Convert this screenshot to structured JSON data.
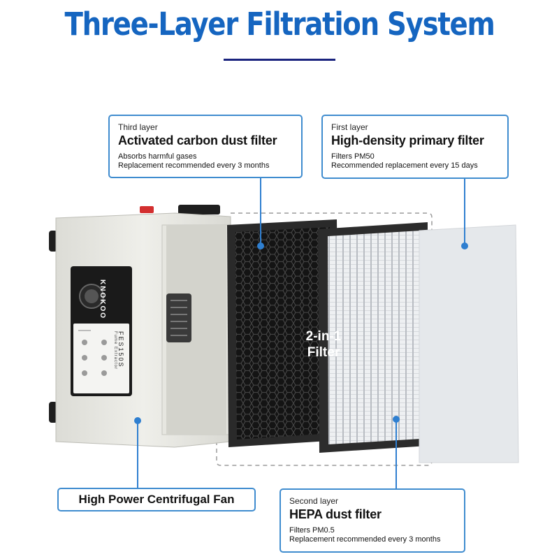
{
  "title": "Three-Layer Filtration System",
  "colors": {
    "accent": "#1565c0",
    "box_border": "#3f8ccf",
    "connector": "#2f7fd0",
    "rule": "#1a237e"
  },
  "device": {
    "brand": "KNOKOO",
    "model": "FES150S",
    "model_sub": "Fume Extractor"
  },
  "filter_combo_label_1": "2-in-1",
  "filter_combo_label_2": "Filter",
  "callouts": {
    "carbon": {
      "layer": "Third layer",
      "name": "Activated carbon dust filter",
      "line1": "Absorbs harmful gases",
      "line2": "Replacement recommended every 3 months"
    },
    "primary": {
      "layer": "First layer",
      "name": "High-density primary filter",
      "line1": "Filters PM50",
      "line2": "Recommended replacement every 15 days"
    },
    "hepa": {
      "layer": "Second layer",
      "name": "HEPA dust filter",
      "line1": "Filters PM0.5",
      "line2": "Replacement recommended every 3 months"
    },
    "fan": {
      "name": "High Power Centrifugal Fan"
    }
  }
}
